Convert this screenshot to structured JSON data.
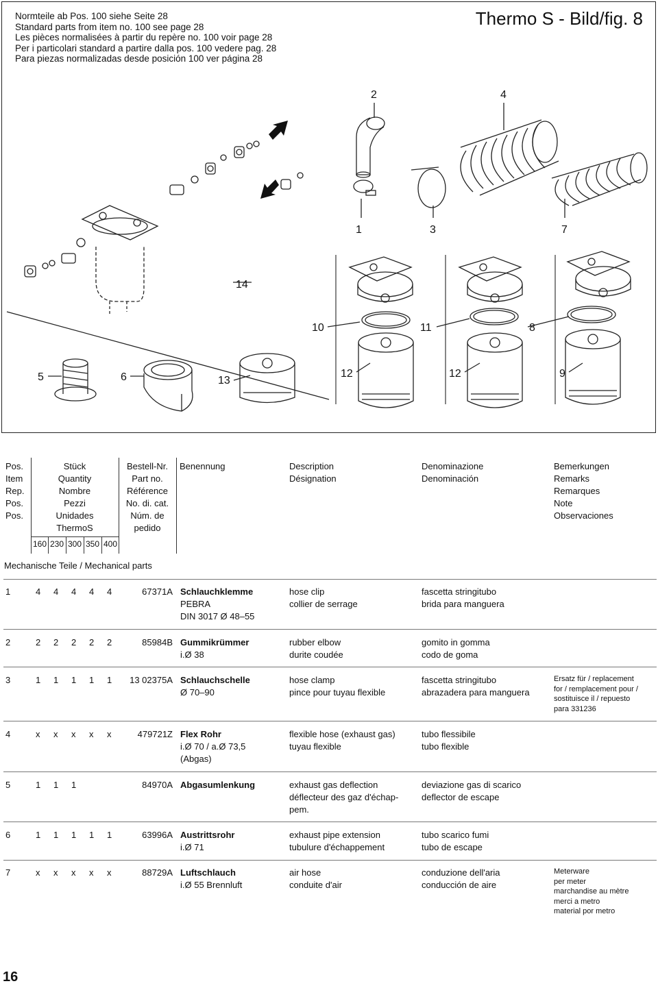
{
  "header_notes": [
    "Normteile ab Pos. 100 siehe Seite 28",
    "Standard parts from item no. 100 see page 28",
    "Les pièces normalisées à partir du repère no. 100 voir page 28",
    "Per i particolari standard a partire dalla pos. 100 vedere pag. 28",
    "Para piezas normalizadas desde posición 100 ver página 28"
  ],
  "figure_title": "Thermo S  - Bild/fig. 8",
  "callouts": [
    "2",
    "4",
    "1",
    "3",
    "7",
    "14",
    "10",
    "11",
    "8",
    "5",
    "6",
    "13",
    "12",
    "12",
    "9"
  ],
  "columns": {
    "pos": [
      "Pos.",
      "Item",
      "Rep.",
      "Pos.",
      "Pos."
    ],
    "qty": [
      "Stück",
      "Quantity",
      "Nombre",
      "Pezzi",
      "Unidades",
      "ThermoS"
    ],
    "part": [
      "Bestell-Nr.",
      "Part no.",
      "Référence",
      "No. di. cat.",
      "Núm. de",
      "pedido"
    ],
    "benennung": "Benennung",
    "description": [
      "Description",
      "Désignation"
    ],
    "denominazione": [
      "Denominazione",
      "Denominación"
    ],
    "remarks": [
      "Bemerkungen",
      "Remarks",
      "Remarques",
      "Note",
      "Observaciones"
    ]
  },
  "model_headers": [
    "160",
    "230",
    "300",
    "350",
    "400"
  ],
  "section_title": "Mechanische Teile / Mechanical parts",
  "rows": [
    {
      "pos": "1",
      "q": [
        "4",
        "4",
        "4",
        "4",
        "4"
      ],
      "part": "67371A",
      "name": [
        "Schlauchklemme",
        "PEBRA",
        "DIN 3017  Ø 48–55"
      ],
      "desc": [
        "hose clip",
        "collier de serrage"
      ],
      "denom": [
        "fascetta stringitubo",
        "brida para manguera"
      ],
      "remarks": []
    },
    {
      "pos": "2",
      "q": [
        "2",
        "2",
        "2",
        "2",
        "2"
      ],
      "part": "85984B",
      "name": [
        "Gummikrümmer",
        "i.Ø 38"
      ],
      "desc": [
        "rubber elbow",
        "durite coudée"
      ],
      "denom": [
        "gomito in gomma",
        "codo de goma"
      ],
      "remarks": []
    },
    {
      "pos": "3",
      "q": [
        "1",
        "1",
        "1",
        "1",
        "1"
      ],
      "part": "13 02375A",
      "name": [
        "Schlauchschelle",
        "Ø 70–90"
      ],
      "desc": [
        "hose clamp",
        "pince pour tuyau flexible"
      ],
      "denom": [
        "fascetta stringitubo",
        "abrazadera para manguera"
      ],
      "remarks": [
        "Ersatz für / replacement",
        "for / remplacement pour /",
        "sostituisce il / repuesto",
        "para 331236"
      ]
    },
    {
      "pos": "4",
      "q": [
        "x",
        "x",
        "x",
        "x",
        "x"
      ],
      "part": "479721Z",
      "name": [
        "Flex Rohr",
        "i.Ø 70 / a.Ø 73,5",
        "(Abgas)"
      ],
      "desc": [
        "flexible hose (exhaust gas)",
        "tuyau flexible"
      ],
      "denom": [
        "tubo flessibile",
        "tubo flexible"
      ],
      "remarks": []
    },
    {
      "pos": "5",
      "q": [
        "1",
        "1",
        "1",
        "",
        ""
      ],
      "part": "84970A",
      "name": [
        "Abgasumlenkung"
      ],
      "desc": [
        "exhaust gas deflection",
        "déflecteur des gaz d'échap-",
        "pem."
      ],
      "denom": [
        "deviazione gas di scarico",
        "deflector de escape"
      ],
      "remarks": []
    },
    {
      "pos": "6",
      "q": [
        "1",
        "1",
        "1",
        "1",
        "1"
      ],
      "part": "63996A",
      "name": [
        "Austrittsrohr",
        "i.Ø 71"
      ],
      "desc": [
        "exhaust pipe extension",
        "tubulure d'échappement"
      ],
      "denom": [
        "tubo scarico fumi",
        "tubo de escape"
      ],
      "remarks": []
    },
    {
      "pos": "7",
      "q": [
        "x",
        "x",
        "x",
        "x",
        "x"
      ],
      "part": "88729A",
      "name": [
        "Luftschlauch",
        "i.Ø 55 Brennluft"
      ],
      "desc": [
        "air hose",
        "conduite d'air"
      ],
      "denom": [
        "conduzione dell'aria",
        "conducción de aire"
      ],
      "remarks": [
        "Meterware",
        "per meter",
        "marchandise au mètre",
        "merci a metro",
        "material por metro"
      ]
    }
  ],
  "page_number": "16"
}
